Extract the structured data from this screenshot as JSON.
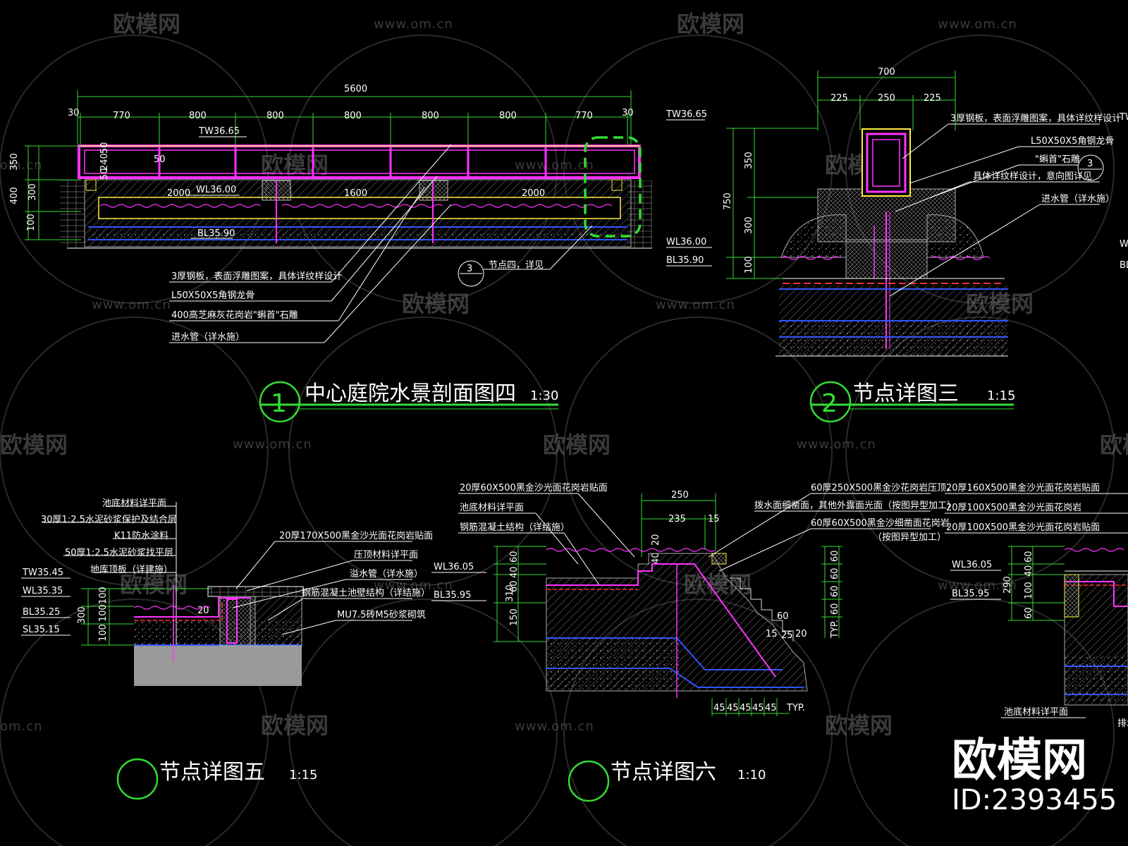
{
  "drawing1": {
    "title": "中心庭院水景剖面图四",
    "scale": "1:30",
    "badge": "1",
    "overall_dim": "5600",
    "dims_top": [
      "30",
      "770",
      "800",
      "800",
      "800",
      "800",
      "800",
      "770",
      "30"
    ],
    "left_dims": [
      "350",
      "400",
      "300",
      "100"
    ],
    "inner_dims": [
      "50",
      "240",
      "50"
    ],
    "inner_small": "50",
    "span_dims": [
      "2000",
      "1600",
      "2000"
    ],
    "levels": {
      "tw": "TW36.65",
      "wl": "WL36.00",
      "bl": "BL35.90"
    },
    "callouts": [
      "3厚钢板，表面浮雕图案，具体详纹样设计",
      "L50X50X5角钢龙骨",
      "400高芝麻灰花岗岩\"蝌首\"石雕",
      "进水管（详水施）"
    ],
    "ref_badge": "3",
    "ref_text": "节点四，详见"
  },
  "drawing2": {
    "title": "节点详图三",
    "scale": "1:15",
    "badge": "2",
    "top_dim": "700",
    "sub_dims": [
      "225",
      "250",
      "225"
    ],
    "vert_dims": [
      "350",
      "750",
      "300",
      "100"
    ],
    "levels": {
      "tw": "TW36.65",
      "wl": "WL36.00",
      "bl": "BL35.90"
    },
    "callouts": [
      "3厚钢板，表面浮雕图案，具体详纹样设计",
      "L50X50X5角钢龙骨",
      "\"蝌首\"石雕",
      "具体详纹样设计，意向图详见",
      "进水管（详水施）"
    ],
    "ref_badge": "3",
    "edge_labels": [
      "TW",
      "WL",
      "BL"
    ]
  },
  "drawing3": {
    "title": "节点详图五",
    "scale": "1:15",
    "left_callouts": [
      "池底材料详平面",
      "30厚1:2.5水泥砂浆保护及结合层",
      "K11防水涂料",
      "50厚1:2.5水泥砂浆找平层",
      "地库顶板（详建施）"
    ],
    "right_callouts": [
      "20厚170X500黑金沙光面花岗岩贴面",
      "压顶材料详平面",
      "溢水管（详水施）",
      "钢筋混凝土池壁结构（详结施）",
      "MU7.5砖M5砂浆砌筑"
    ],
    "levels": [
      "TW35.45",
      "WL35.35",
      "BL35.25",
      "SL35.15"
    ],
    "vert_dims": [
      "100",
      "300",
      "100",
      "100"
    ],
    "small_dim": "20"
  },
  "drawing4": {
    "title": "节点详图六",
    "scale": "1:10",
    "left_callouts": [
      "20厚60X500黑金沙光面花岗岩贴面",
      "池底材料详平面",
      "钢筋混凝土结构（详结施）"
    ],
    "right_callouts": [
      "60厚250X500黑金沙花岗岩压顶，",
      "拨水面细凿面，其他外露面光面（按图异型加工）",
      "60厚60X500黑金沙细凿面花岗岩",
      "（按图异型加工）"
    ],
    "levels": [
      "WL36.05",
      "BL35.95"
    ],
    "top_dims": [
      "250",
      "235",
      "15"
    ],
    "left_dims": [
      "60",
      "40",
      "60",
      "310",
      "150"
    ],
    "right_dims": [
      "60",
      "60",
      "60",
      "60",
      "TYP."
    ],
    "step_dims": [
      "60",
      "15",
      "25",
      "20"
    ],
    "small_dims": [
      "20",
      "40"
    ],
    "bottom_dims": [
      "45",
      "45",
      "45",
      "45",
      "45",
      "TYP."
    ]
  },
  "drawing5": {
    "callouts": [
      "20厚160X500黑金沙光面花岗岩贴面",
      "20厚100X500黑金沙光面花岗岩",
      "20厚100X500黑金沙光面花岗岩贴面"
    ],
    "levels": [
      "WL36.05",
      "BL35.95"
    ],
    "dims": [
      "60",
      "40",
      "290",
      "100",
      "60"
    ],
    "bottom": "池底材料详平面",
    "edge": "排水"
  },
  "watermark": {
    "brand": "欧模网",
    "url": "www.om.cn",
    "url_short": "om.cn",
    "id": "ID:2393455"
  },
  "colors": {
    "bg": "#000000",
    "dim_green": "#33dd33",
    "magenta": "#ff33ff",
    "blue": "#3355ff",
    "yellow": "#ffee44",
    "hatch": "#8a8a8a",
    "fill_grey": "#9a9a9a",
    "red": "#ff3333"
  }
}
